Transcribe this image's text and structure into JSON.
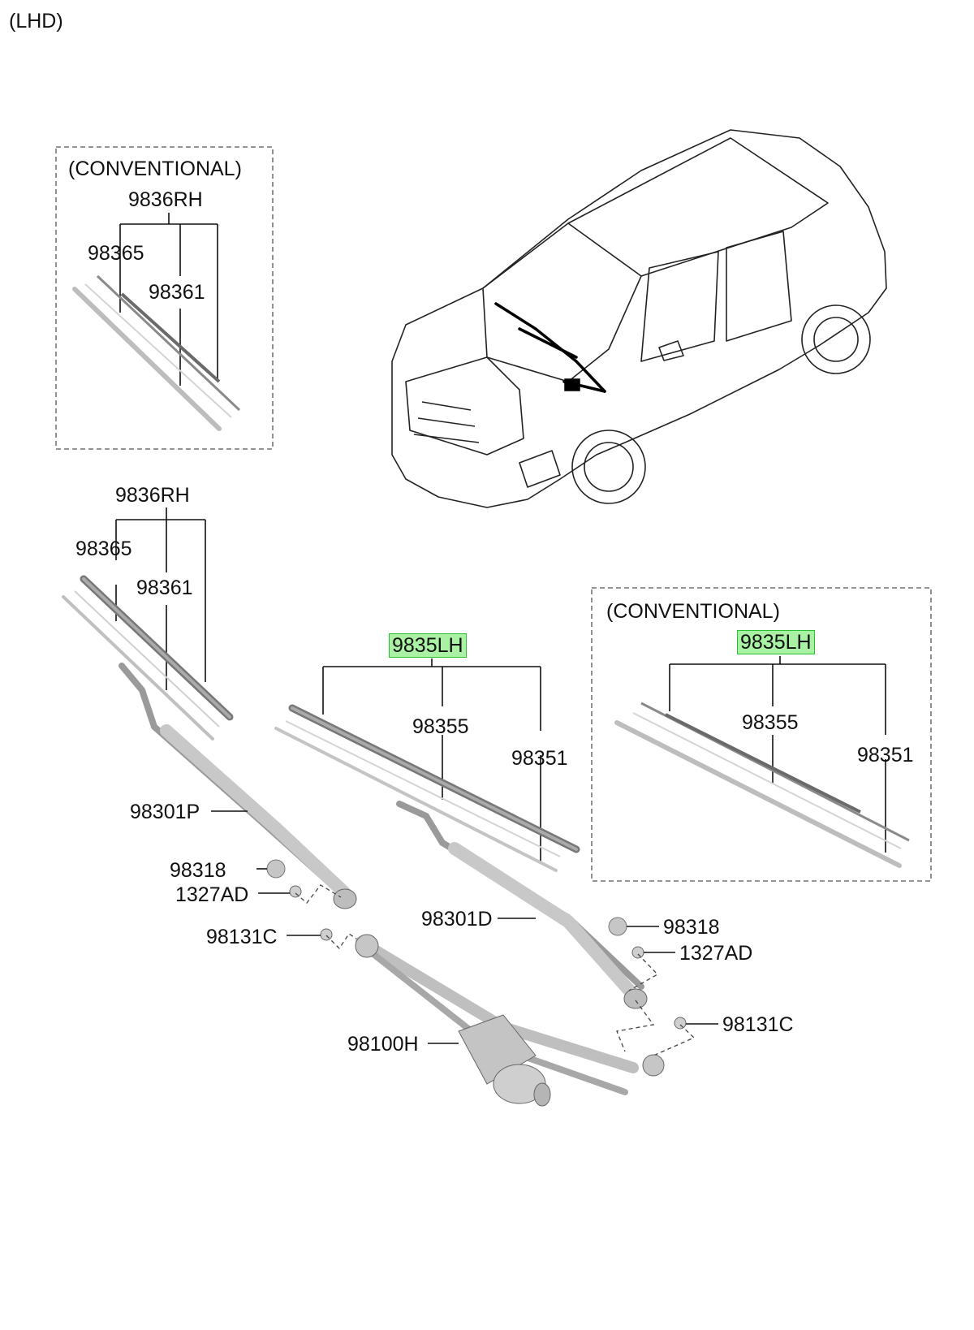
{
  "header": {
    "variant": "(LHD)"
  },
  "inset_rh": {
    "caption": "(CONVENTIONAL)",
    "assembly": "9836RH",
    "part_a": "98365",
    "part_b": "98361"
  },
  "inset_lh": {
    "caption": "(CONVENTIONAL)",
    "assembly": "9835LH",
    "part_a": "98355",
    "part_b": "98351"
  },
  "main": {
    "rh_assembly": "9836RH",
    "rh_part_a": "98365",
    "rh_part_b": "98361",
    "lh_assembly": "9835LH",
    "lh_part_a": "98355",
    "lh_part_b": "98351",
    "arm_passenger": "98301P",
    "arm_driver": "98301D",
    "cap_left": "98318",
    "cap_right": "98318",
    "nut_left": "1327AD",
    "nut_right": "1327AD",
    "bolt_left": "98131C",
    "bolt_right": "98131C",
    "motor_linkage": "98100H"
  },
  "colors": {
    "highlight_fill": "#a9f2a3",
    "highlight_border": "#2bbf33",
    "part_grey": "#c8c8c8",
    "line": "#111111"
  }
}
